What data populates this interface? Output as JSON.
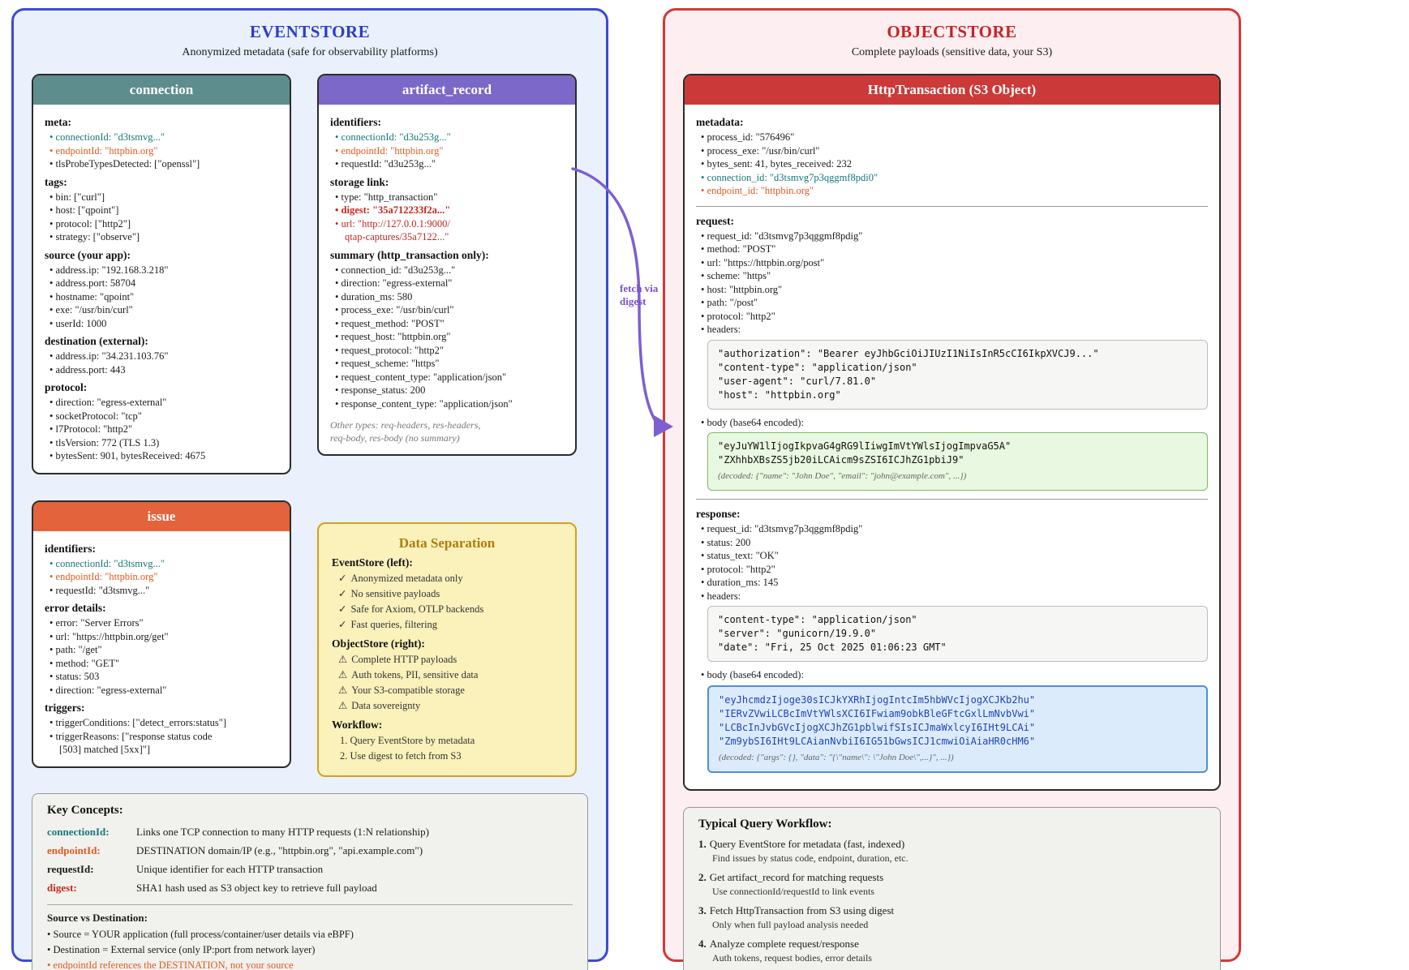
{
  "icons": {
    "check": "✓",
    "warning": "⚠"
  },
  "colors": {
    "eventstore_border": "#3c4bd4",
    "eventstore_title": "#2b3bd0",
    "eventstore_bg": "#eaf1fc",
    "objectstore_border": "#d53838",
    "objectstore_title": "#c92222",
    "objectstore_bg": "#fdeef1",
    "connection_header": "#5e8d8e",
    "artifact_header": "#7b68c9",
    "issue_header": "#e2633c",
    "http_header": "#cb3a38",
    "teal": "#17777a",
    "orange": "#e05a1f",
    "red": "#c3271e",
    "yellow_bg": "#faf1bb",
    "yellow_border": "#d4a11e",
    "arrow_purple": "#7e5fd0"
  },
  "arrow_label": "fetch via digest",
  "eventstore": {
    "title": "EVENTSTORE",
    "subtitle": "Anonymized metadata (safe for observability platforms)",
    "connection": {
      "title": "connection",
      "sections": [
        {
          "heading": "meta:",
          "items": [
            "connectionId: \"d3tsmvg...\"",
            "endpointId: \"httpbin.org\"",
            "tlsProbeTypesDetected: [\"openssl\"]"
          ]
        },
        {
          "heading": "tags:",
          "items": [
            "bin: [\"curl\"]",
            "host: [\"qpoint\"]",
            "protocol: [\"http2\"]",
            "strategy: [\"observe\"]"
          ]
        },
        {
          "heading": "source (your app):",
          "items": [
            "address.ip: \"192.168.3.218\"",
            "address.port: 58704",
            "hostname: \"qpoint\"",
            "exe: \"/usr/bin/curl\"",
            "userId: 1000"
          ]
        },
        {
          "heading": "destination (external):",
          "items": [
            "address.ip: \"34.231.103.76\"",
            "address.port: 443"
          ]
        },
        {
          "heading": "protocol:",
          "items": [
            "direction: \"egress-external\"",
            "socketProtocol: \"tcp\"",
            "l7Protocol: \"http2\"",
            "tlsVersion: 772 (TLS 1.3)",
            "bytesSent: 901, bytesReceived: 4675"
          ]
        }
      ]
    },
    "artifact_record": {
      "title": "artifact_record",
      "sections": [
        {
          "heading": "identifiers:",
          "items": [
            "connectionId: \"d3u253g...\"",
            "endpointId: \"httpbin.org\"",
            "requestId: \"d3u253g...\""
          ]
        },
        {
          "heading": "storage link:",
          "items": [
            "type: \"http_transaction\"",
            "digest: \"35a712233f2a...\"",
            "url: \"http://127.0.0.1:9000/\nqtap-captures/35a7122...\""
          ]
        },
        {
          "heading": "summary (http_transaction only):",
          "items": [
            "connection_id: \"d3u253g...\"",
            "direction: \"egress-external\"",
            "duration_ms: 580",
            "process_exe: \"/usr/bin/curl\"",
            "request_method: \"POST\"",
            "request_host: \"httpbin.org\"",
            "request_protocol: \"http2\"",
            "request_scheme: \"https\"",
            "request_content_type: \"application/json\"",
            "response_status: 200",
            "response_content_type: \"application/json\""
          ]
        }
      ],
      "footer": "Other types: req-headers, res-headers,\nreq-body, res-body (no summary)"
    },
    "issue": {
      "title": "issue",
      "sections": [
        {
          "heading": "identifiers:",
          "items": [
            "connectionId: \"d3tsmvg...\"",
            "endpointId: \"httpbin.org\"",
            "requestId: \"d3tsmvg...\""
          ]
        },
        {
          "heading": "error details:",
          "items": [
            "error: \"Server Errors\"",
            "url: \"https://httpbin.org/get\"",
            "path: \"/get\"",
            "method: \"GET\"",
            "status: 503",
            "direction: \"egress-external\""
          ]
        },
        {
          "heading": "triggers:",
          "items": [
            "triggerConditions: [\"detect_errors:status\"]",
            "triggerReasons: [\"response status code\n[503] matched [5xx]\"]"
          ]
        }
      ]
    },
    "data_separation": {
      "title": "Data Separation",
      "eventstore_heading": "EventStore (left):",
      "eventstore_points": [
        "Anonymized metadata only",
        "No sensitive payloads",
        "Safe for Axiom, OTLP backends",
        "Fast queries, filtering"
      ],
      "objectstore_heading": "ObjectStore (right):",
      "objectstore_points": [
        "Complete HTTP payloads",
        "Auth tokens, PII, sensitive data",
        "Your S3-compatible storage",
        "Data sovereignty"
      ],
      "workflow_heading": "Workflow:",
      "workflow_steps": [
        "1. Query EventStore by metadata",
        "2. Use digest to fetch from S3"
      ]
    },
    "key_concepts": {
      "heading": "Key Concepts:",
      "terms": [
        {
          "term": "connectionId:",
          "desc": "Links one TCP connection to many HTTP requests (1:N relationship)"
        },
        {
          "term": "endpointId:",
          "desc": "DESTINATION domain/IP (e.g., \"httpbin.org\", \"api.example.com\")"
        },
        {
          "term": "requestId:",
          "desc": "Unique identifier for each HTTP transaction"
        },
        {
          "term": "digest:",
          "desc": "SHA1 hash used as S3 object key to retrieve full payload"
        }
      ],
      "source_dest_heading": "Source vs Destination:",
      "source_dest_points": [
        "Source = YOUR application (full process/container/user details via eBPF)",
        "Destination = External service (only IP:port from network layer)",
        "endpointId references the DESTINATION, not your source"
      ]
    }
  },
  "objectstore": {
    "title": "OBJECTSTORE",
    "subtitle": "Complete payloads (sensitive data, your S3)",
    "http_transaction": {
      "title": "HttpTransaction (S3 Object)",
      "metadata_heading": "metadata:",
      "metadata_items": [
        "process_id: \"576496\"",
        "process_exe: \"/usr/bin/curl\"",
        "bytes_sent: 41, bytes_received: 232",
        "connection_id: \"d3tsmvg7p3qggmf8pdi0\"",
        "endpoint_id: \"httpbin.org\""
      ],
      "request_heading": "request:",
      "request_items": [
        "request_id: \"d3tsmvg7p3qggmf8pdig\"",
        "method: \"POST\"",
        "url: \"https://httpbin.org/post\"",
        "scheme: \"https\"",
        "host: \"httpbin.org\"",
        "path: \"/post\"",
        "protocol: \"http2\""
      ],
      "request_headers_label": "headers:",
      "request_header_lines": [
        "\"authorization\": \"Bearer eyJhbGciOiJIUzI1NiIsInR5cCI6IkpXVCJ9...\"",
        "\"content-type\": \"application/json\"",
        "\"user-agent\": \"curl/7.81.0\"",
        "\"host\": \"httpbin.org\""
      ],
      "request_body_label": "body (base64 encoded):",
      "request_body_lines": [
        "\"eyJuYW1lIjogIkpvaG4gRG9lIiwgImVtYWlsIjogImpvaG5A\"",
        "\"ZXhhbXBsZS5jb20iLCAicm9sZSI6ICJhZG1pbiJ9\""
      ],
      "request_body_decoded": "(decoded: {\"name\": \"John Doe\", \"email\": \"john@example.com\", ...})",
      "response_heading": "response:",
      "response_items": [
        "request_id: \"d3tsmvg7p3qggmf8pdig\"",
        "status: 200",
        "status_text: \"OK\"",
        "protocol: \"http2\"",
        "duration_ms: 145"
      ],
      "response_headers_label": "headers:",
      "response_header_lines": [
        "\"content-type\": \"application/json\"",
        "\"server\": \"gunicorn/19.9.0\"",
        "\"date\": \"Fri, 25 Oct 2025 01:06:23 GMT\""
      ],
      "response_body_label": "body (base64 encoded):",
      "response_body_lines": [
        "\"eyJhcmdzIjoge30sICJkYXRhIjogIntcIm5hbWVcIjogXCJKb2hu\"",
        "\"IERvZVwiLCBcImVtYWlsXCI6IFwiam9obkBleGFtcGxlLmNvbVwi\"",
        "\"LCBcInJvbGVcIjogXCJhZG1pblwifSIsICJmaWxlcyI6IHt9LCAi\"",
        "\"Zm9ybSI6IHt9LCAianNvbiI6IG51bGwsICJ1cmwiOiAiaHR0cHM6\""
      ],
      "response_body_decoded": "(decoded: {\"args\": {}, \"data\": \"{\\\"name\\\": \\\"John Doe\\\",...}\", ...})"
    },
    "workflow": {
      "heading": "Typical Query Workflow:",
      "steps": [
        {
          "num": "1.",
          "title": "Query EventStore for metadata (fast, indexed)",
          "note": "Find issues by status code, endpoint, duration, etc."
        },
        {
          "num": "2.",
          "title": "Get artifact_record for matching requests",
          "note": "Use connectionId/requestId to link events"
        },
        {
          "num": "3.",
          "title": "Fetch HttpTransaction from S3 using digest",
          "note": "Only when full payload analysis needed"
        },
        {
          "num": "4.",
          "title": "Analyze complete request/response",
          "note": "Auth tokens, request bodies, error details"
        }
      ]
    }
  }
}
